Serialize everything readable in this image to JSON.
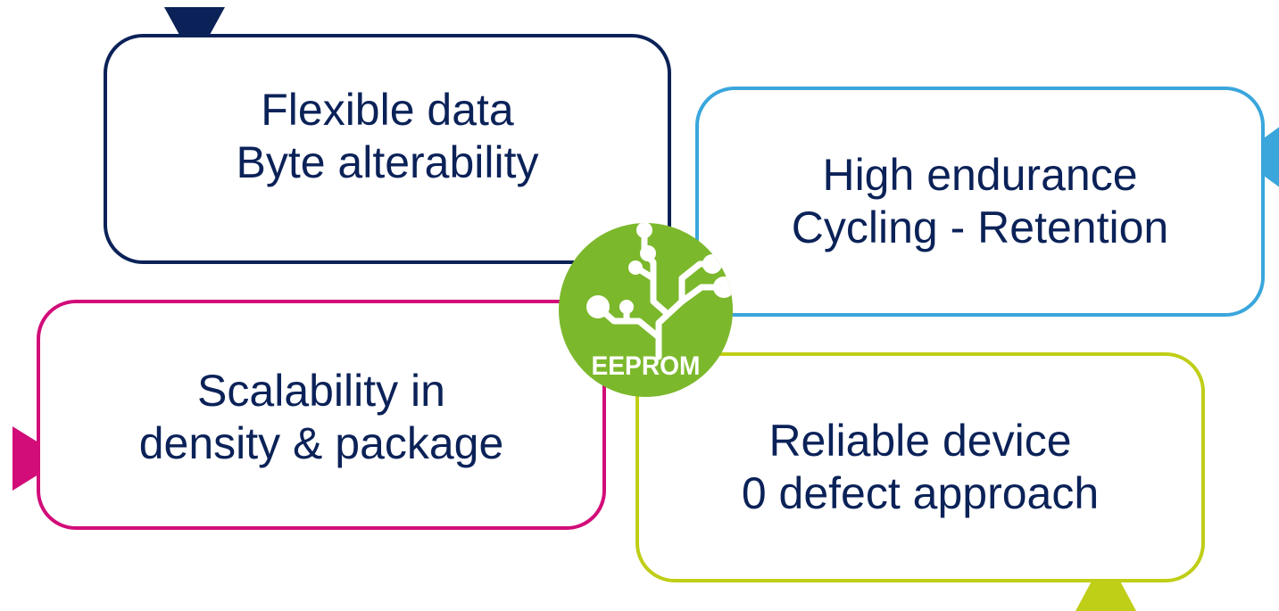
{
  "cards": {
    "flexible": {
      "line1": "Flexible data",
      "line2": "Byte alterability",
      "color": "#0b2258"
    },
    "endurance": {
      "line1": "High endurance",
      "line2": "Cycling - Retention",
      "color": "#3aa6dc"
    },
    "scalability": {
      "line1": "Scalability in",
      "line2": "density & package",
      "color": "#d20c79"
    },
    "reliable": {
      "line1": "Reliable device",
      "line2": "0 defect approach",
      "color": "#bfce16"
    }
  },
  "badge": {
    "label": "EEPROM",
    "icon": "circuit-tree-icon",
    "color": "#7cb82c"
  },
  "text_color": "#0b2258"
}
